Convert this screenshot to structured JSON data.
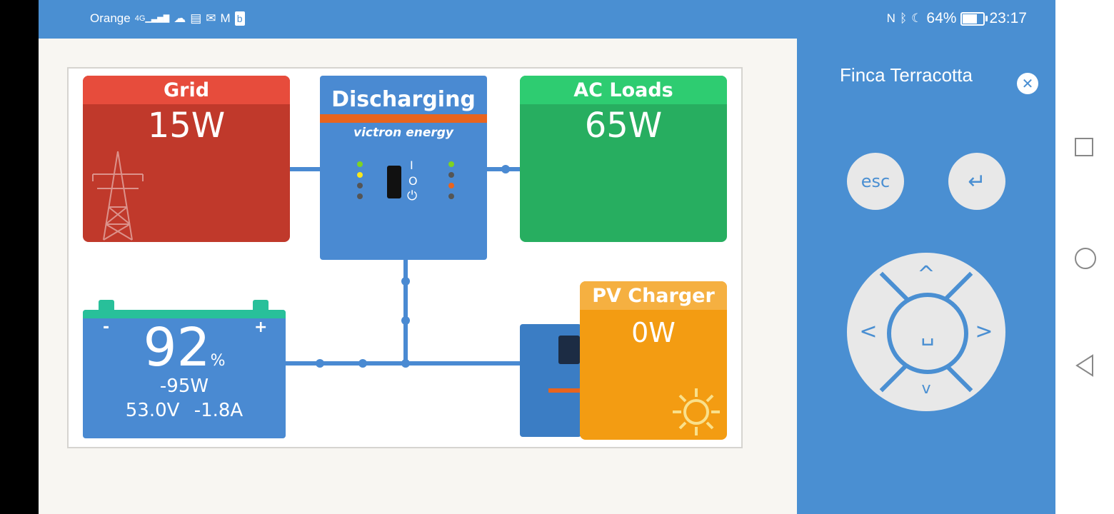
{
  "status_bar": {
    "carrier": "Orange",
    "network": "4G",
    "battery_percent": "64%",
    "battery_level": 0.64,
    "time": "23:17",
    "icons_left": [
      "signal-icon",
      "cloud-icon",
      "calendar-icon",
      "mail-icon",
      "gmail-icon",
      "b-app-icon"
    ],
    "icons_right": [
      "nfc-icon",
      "bluetooth-icon",
      "moon-icon",
      "battery-icon"
    ]
  },
  "diagram": {
    "grid": {
      "label": "Grid",
      "value": "15W",
      "icon": "pylon-icon"
    },
    "inverter": {
      "status": "Discharging",
      "brand": "victron energy",
      "switch_top": "I",
      "switch_mid": "O"
    },
    "ac_loads": {
      "label": "AC Loads",
      "value": "65W"
    },
    "pv_charger": {
      "label": "PV Charger",
      "value": "0W",
      "icon": "sun-icon"
    },
    "battery": {
      "soc": "92",
      "soc_unit": "%",
      "power": "-95W",
      "voltage": "53.0V",
      "current": "-1.8A",
      "minus": "-",
      "plus": "+"
    },
    "colors": {
      "grid": "#c0392b",
      "ac_loads": "#27ae60",
      "pv": "#f39c12",
      "inverter": "#4a8ad2",
      "battery": "#4a8ad2"
    }
  },
  "panel": {
    "title": "Finca Terracotta",
    "esc_label": "esc",
    "enter_label": "↵",
    "dpad": {
      "up": "^",
      "down": "v",
      "left": "<",
      "right": ">",
      "center": "␣"
    }
  },
  "android_nav": [
    "recents-icon",
    "home-icon",
    "back-icon"
  ]
}
